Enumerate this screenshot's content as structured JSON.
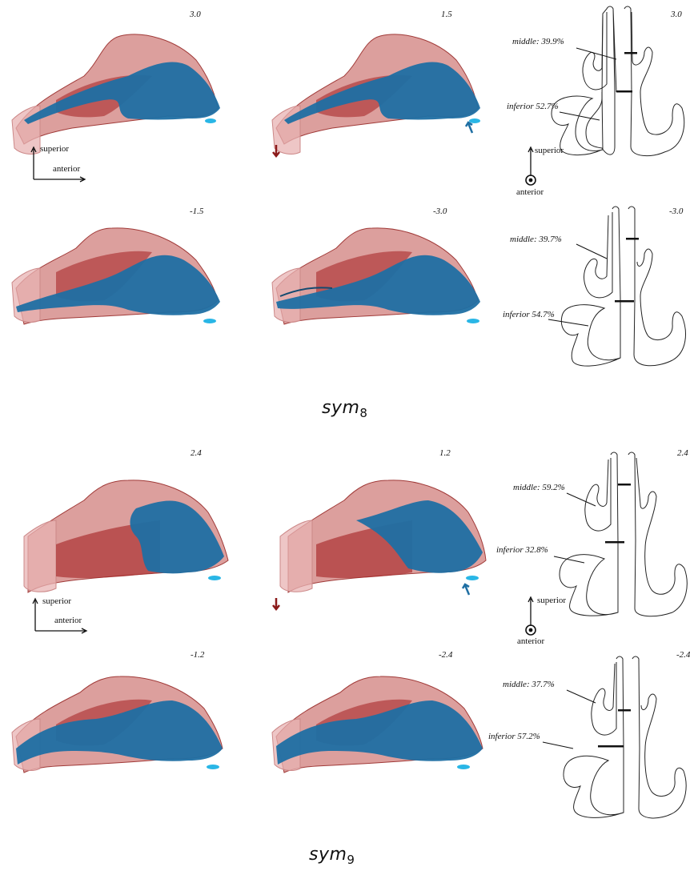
{
  "figure": {
    "sym8": {
      "label_base": "sym",
      "label_sub": "8",
      "values": {
        "top_left": "3.0",
        "top_mid": "1.5",
        "top_right": "3.0",
        "bot_left": "-1.5",
        "bot_mid": "-3.0",
        "bot_right": "-3.0"
      },
      "top_section": {
        "middle": "middle: 39.9%",
        "inferior": "inferior 52.7%"
      },
      "bot_section": {
        "middle": "middle: 39.7%",
        "inferior": "inferior 54.7%"
      }
    },
    "sym9": {
      "label_base": "sym",
      "label_sub": "9",
      "values": {
        "top_left": "2.4",
        "top_mid": "1.2",
        "top_right": "2.4",
        "bot_left": "-1.2",
        "bot_mid": "-2.4",
        "bot_right": "-2.4"
      },
      "top_section": {
        "middle": "middle: 59.2%",
        "inferior": "inferior 32.8%"
      },
      "bot_section": {
        "middle": "middle: 37.7%",
        "inferior": "inferior 57.2%"
      }
    },
    "axes": {
      "superior": "superior",
      "anterior": "anterior"
    },
    "colors": {
      "red_volume": "#c0504d",
      "red_deep": "#a82a2a",
      "blue_volume": "#1f6fa3",
      "blue_tip": "#29b6e6",
      "arrow_red": "#8b1a1a",
      "arrow_blue": "#1f6fa3"
    }
  }
}
